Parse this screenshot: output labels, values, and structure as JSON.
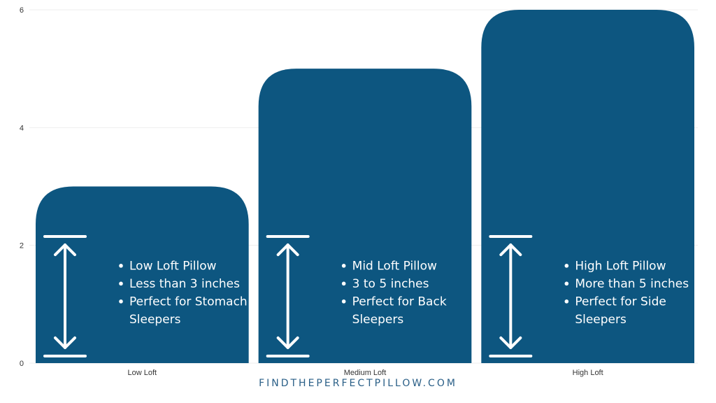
{
  "chart_data": {
    "type": "bar",
    "categories": [
      "Low Loft",
      "Medium Loft",
      "High Loft"
    ],
    "values": [
      3,
      5,
      6
    ],
    "ylim": [
      0,
      6
    ],
    "yticks": [
      0,
      2,
      4,
      6
    ],
    "grid": true,
    "bar_color": "#0d5680",
    "annotations": [
      [
        "Low Loft Pillow",
        "Less than 3 inches",
        "Perfect for Stomach Sleepers"
      ],
      [
        "Mid Loft Pillow",
        "3 to 5 inches",
        "Perfect for Back Sleepers"
      ],
      [
        "High Loft Pillow",
        "More than 5 inches",
        "Perfect for Side Sleepers"
      ]
    ]
  },
  "footer": {
    "text": "FINDTHEPERFECTPILLOW.COM"
  }
}
